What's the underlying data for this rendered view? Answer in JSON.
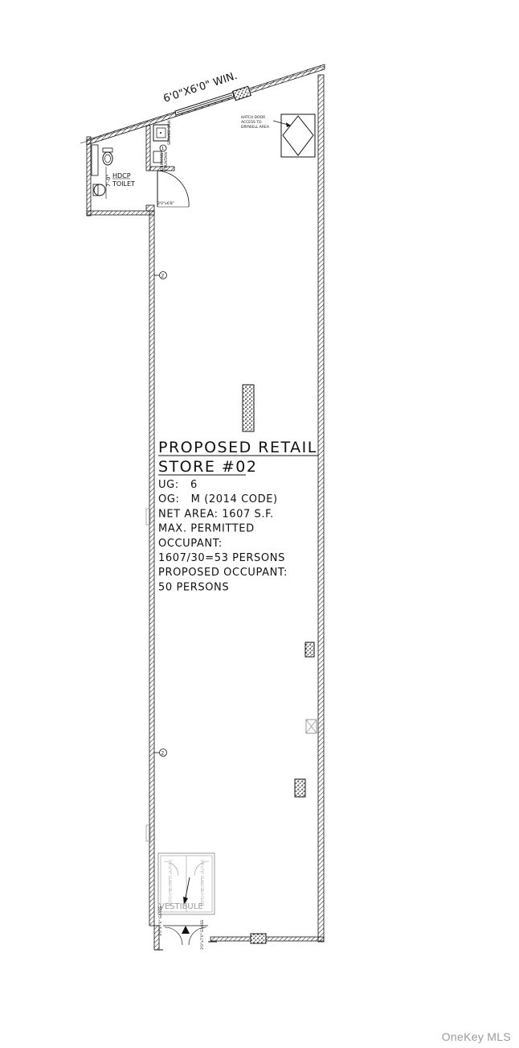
{
  "plan": {
    "window_label": "6'0\"X6'0\" WIN.",
    "hatch_label_1": "HATCH DOOR",
    "hatch_label_2": "ACCESS TO",
    "hatch_label_3": "DRYWELL AREA",
    "service_sink_label": "SERVICE SINK",
    "fountain_label_1": "DRINKING",
    "fountain_label_2": "FOUNTAIN",
    "toilet_label_1": "HDCP",
    "toilet_label_2": "TOILET",
    "toilet_dim": "7'-0\"",
    "toilet_door_dim": "3'0\"x6'8\"",
    "tag_mid": "2",
    "tag_low": "2",
    "tag_sink": "1",
    "store_title_1": "PROPOSED RETAIL",
    "store_title_2": "STORE #02",
    "info": [
      "UG:   6",
      "OG:   M (2014 CODE)",
      "NET AREA: 1607 S.F.",
      "MAX. PERMITTED",
      "OCCUPANT:",
      "1607/30=53 PERSONS",
      "PROPOSED OCCUPANT:",
      "50 PERSONS"
    ],
    "vestibule_label": "VESTIBULE",
    "front_door_left": "3'0\"x7'0\" GLASS",
    "front_door_right": "3'0\"x7'0\" GLASS",
    "vest_door_1": "3'0\"x7'0\" GLASS SELF-CLOSE",
    "vest_door_2": "3'0\"x7'0\" GLASS SELF-CLOSE"
  },
  "watermark": "OneKey MLS",
  "colors": {
    "line": "#111111",
    "faded": "#9a9a9a",
    "background": "#ffffff"
  }
}
